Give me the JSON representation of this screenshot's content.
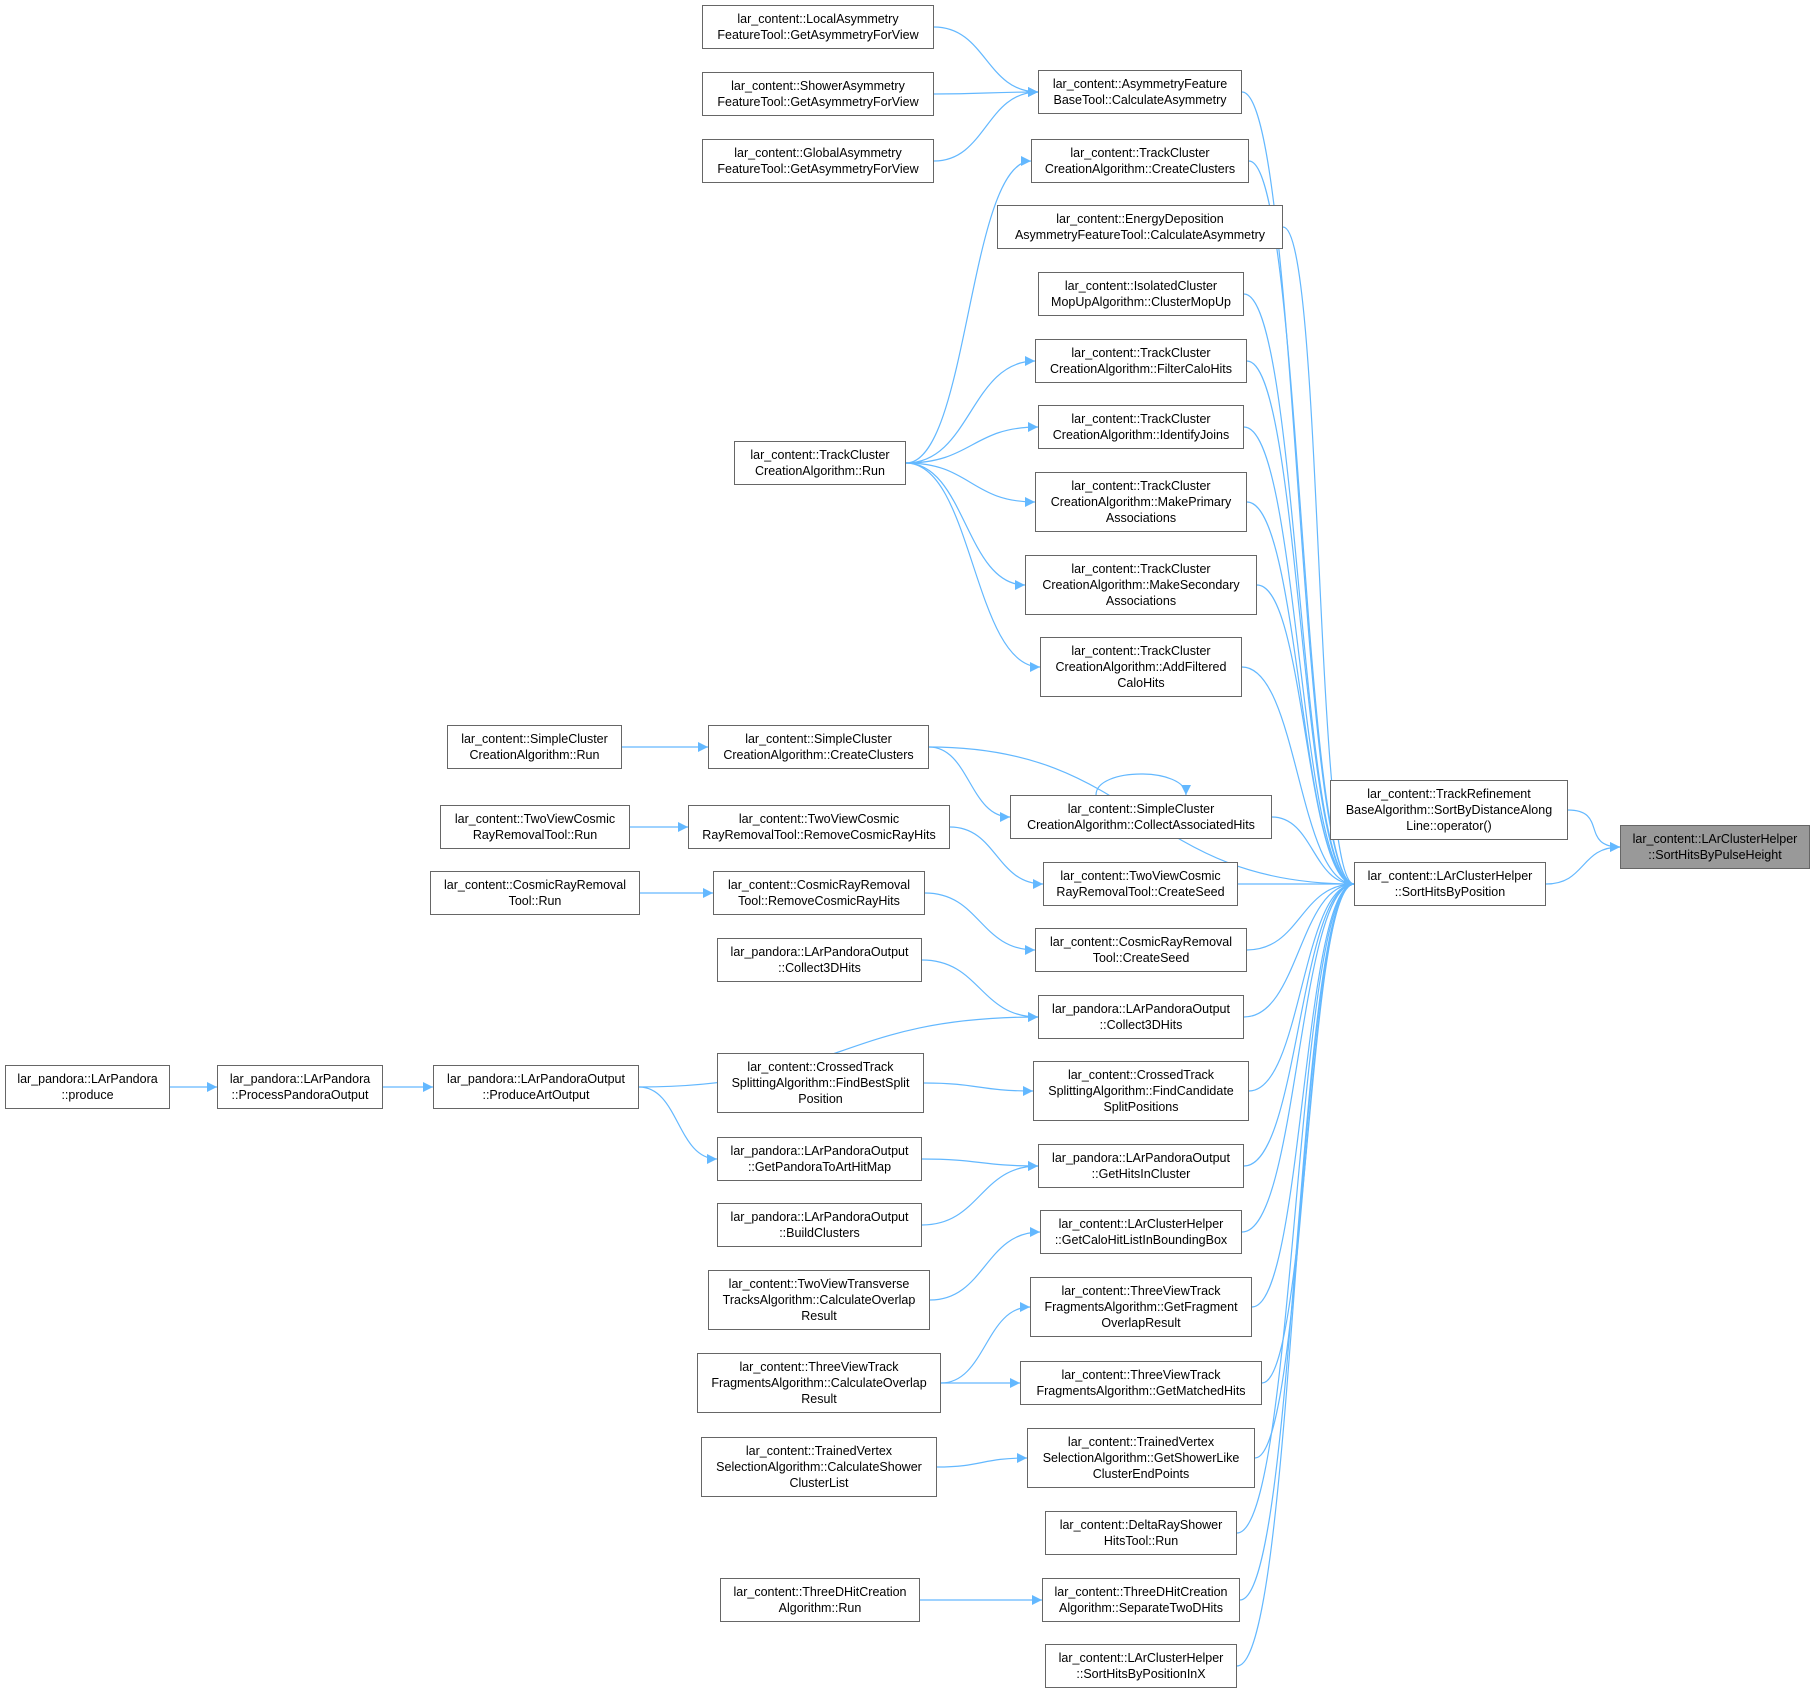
{
  "colors": {
    "edge": "#63b8ff",
    "node_border": "#666666",
    "highlight_fill": "#999999",
    "text": "#000000"
  },
  "nodes": [
    {
      "id": "sortByPulseHeight",
      "label": "lar_content::LArClusterHelper\n::SortHitsByPulseHeight",
      "highlight": true
    },
    {
      "id": "sortByPosition",
      "label": "lar_content::LArClusterHelper\n::SortHitsByPosition"
    },
    {
      "id": "trackRefinementOp",
      "label": "lar_content::TrackRefinement\nBaseAlgorithm::SortByDistanceAlong\nLine::operator()"
    },
    {
      "id": "asymFeatureCalc",
      "label": "lar_content::AsymmetryFeature\nBaseTool::CalculateAsymmetry"
    },
    {
      "id": "localAsym",
      "label": "lar_content::LocalAsymmetry\nFeatureTool::GetAsymmetryForView"
    },
    {
      "id": "showerAsym",
      "label": "lar_content::ShowerAsymmetry\nFeatureTool::GetAsymmetryForView"
    },
    {
      "id": "globalAsym",
      "label": "lar_content::GlobalAsymmetry\nFeatureTool::GetAsymmetryForView"
    },
    {
      "id": "tcCreateClusters",
      "label": "lar_content::TrackCluster\nCreationAlgorithm::CreateClusters"
    },
    {
      "id": "energyDepAsym",
      "label": "lar_content::EnergyDeposition\nAsymmetryFeatureTool::CalculateAsymmetry"
    },
    {
      "id": "isolatedMopUp",
      "label": "lar_content::IsolatedCluster\nMopUpAlgorithm::ClusterMopUp"
    },
    {
      "id": "tcFilterCaloHits",
      "label": "lar_content::TrackCluster\nCreationAlgorithm::FilterCaloHits"
    },
    {
      "id": "tcIdentifyJoins",
      "label": "lar_content::TrackCluster\nCreationAlgorithm::IdentifyJoins"
    },
    {
      "id": "tcMakePrimary",
      "label": "lar_content::TrackCluster\nCreationAlgorithm::MakePrimary\nAssociations"
    },
    {
      "id": "tcMakeSecondary",
      "label": "lar_content::TrackCluster\nCreationAlgorithm::MakeSecondary\nAssociations"
    },
    {
      "id": "tcAddFiltered",
      "label": "lar_content::TrackCluster\nCreationAlgorithm::AddFiltered\nCaloHits"
    },
    {
      "id": "tcRun",
      "label": "lar_content::TrackCluster\nCreationAlgorithm::Run"
    },
    {
      "id": "scCreateClusters",
      "label": "lar_content::SimpleCluster\nCreationAlgorithm::CreateClusters"
    },
    {
      "id": "scRun",
      "label": "lar_content::SimpleCluster\nCreationAlgorithm::Run"
    },
    {
      "id": "scCollect",
      "label": "lar_content::SimpleCluster\nCreationAlgorithm::CollectAssociatedHits"
    },
    {
      "id": "tvRemoveCosmic",
      "label": "lar_content::TwoViewCosmic\nRayRemovalTool::RemoveCosmicRayHits"
    },
    {
      "id": "tvRun",
      "label": "lar_content::TwoViewCosmic\nRayRemovalTool::Run"
    },
    {
      "id": "tvCreateSeed",
      "label": "lar_content::TwoViewCosmic\nRayRemovalTool::CreateSeed"
    },
    {
      "id": "crRemoveCosmic",
      "label": "lar_content::CosmicRayRemoval\nTool::RemoveCosmicRayHits"
    },
    {
      "id": "crRun",
      "label": "lar_content::CosmicRayRemoval\nTool::Run"
    },
    {
      "id": "crCreateSeed",
      "label": "lar_content::CosmicRayRemoval\nTool::CreateSeed"
    },
    {
      "id": "lpCollect3DLeft",
      "label": "lar_pandora::LArPandoraOutput\n::Collect3DHits"
    },
    {
      "id": "lpCollect3D",
      "label": "lar_pandora::LArPandoraOutput\n::Collect3DHits"
    },
    {
      "id": "lpProduce",
      "label": "lar_pandora::LArPandora\n::produce"
    },
    {
      "id": "lpProcessOutput",
      "label": "lar_pandora::LArPandora\n::ProcessPandoraOutput"
    },
    {
      "id": "lpProduceArt",
      "label": "lar_pandora::LArPandoraOutput\n::ProduceArtOutput"
    },
    {
      "id": "ctFindBestSplit",
      "label": "lar_content::CrossedTrack\nSplittingAlgorithm::FindBestSplit\nPosition"
    },
    {
      "id": "ctFindCandidate",
      "label": "lar_content::CrossedTrack\nSplittingAlgorithm::FindCandidate\nSplitPositions"
    },
    {
      "id": "lpGetPandoraToArt",
      "label": "lar_pandora::LArPandoraOutput\n::GetPandoraToArtHitMap"
    },
    {
      "id": "lpGetHitsInCluster",
      "label": "lar_pandora::LArPandoraOutput\n::GetHitsInCluster"
    },
    {
      "id": "lpBuildClusters",
      "label": "lar_pandora::LArPandoraOutput\n::BuildClusters"
    },
    {
      "id": "lchGetCaloBBox",
      "label": "lar_content::LArClusterHelper\n::GetCaloHitListInBoundingBox"
    },
    {
      "id": "tvTransverseCalc",
      "label": "lar_content::TwoViewTransverse\nTracksAlgorithm::CalculateOverlap\nResult"
    },
    {
      "id": "tvtfGetFragment",
      "label": "lar_content::ThreeViewTrack\nFragmentsAlgorithm::GetFragment\nOverlapResult"
    },
    {
      "id": "tvtfCalcOverlap",
      "label": "lar_content::ThreeViewTrack\nFragmentsAlgorithm::CalculateOverlap\nResult"
    },
    {
      "id": "tvtfGetMatched",
      "label": "lar_content::ThreeViewTrack\nFragmentsAlgorithm::GetMatchedHits"
    },
    {
      "id": "tvsCalcShower",
      "label": "lar_content::TrainedVertex\nSelectionAlgorithm::CalculateShower\nClusterList"
    },
    {
      "id": "tvsGetShowerLike",
      "label": "lar_content::TrainedVertex\nSelectionAlgorithm::GetShowerLike\nClusterEndPoints"
    },
    {
      "id": "deltaRayRun",
      "label": "lar_content::DeltaRayShower\nHitsTool::Run"
    },
    {
      "id": "threeDHitRun",
      "label": "lar_content::ThreeDHitCreation\nAlgorithm::Run"
    },
    {
      "id": "threeDHitSeparate",
      "label": "lar_content::ThreeDHitCreation\nAlgorithm::SeparateTwoDHits"
    },
    {
      "id": "sortByPosInX",
      "label": "lar_content::LArClusterHelper\n::SortHitsByPositionInX"
    }
  ],
  "edges": [
    [
      "sortByPosition",
      "sortByPulseHeight"
    ],
    [
      "trackRefinementOp",
      "sortByPulseHeight"
    ],
    [
      "asymFeatureCalc",
      "sortByPosition"
    ],
    [
      "tcCreateClusters",
      "sortByPosition"
    ],
    [
      "energyDepAsym",
      "sortByPosition"
    ],
    [
      "isolatedMopUp",
      "sortByPosition"
    ],
    [
      "tcFilterCaloHits",
      "sortByPosition"
    ],
    [
      "tcIdentifyJoins",
      "sortByPosition"
    ],
    [
      "tcMakePrimary",
      "sortByPosition"
    ],
    [
      "tcMakeSecondary",
      "sortByPosition"
    ],
    [
      "tcAddFiltered",
      "sortByPosition"
    ],
    [
      "scCreateClusters",
      "sortByPosition"
    ],
    [
      "scCollect",
      "sortByPosition"
    ],
    [
      "tvCreateSeed",
      "sortByPosition"
    ],
    [
      "crCreateSeed",
      "sortByPosition"
    ],
    [
      "lpCollect3D",
      "sortByPosition"
    ],
    [
      "ctFindCandidate",
      "sortByPosition"
    ],
    [
      "lpGetHitsInCluster",
      "sortByPosition"
    ],
    [
      "lchGetCaloBBox",
      "sortByPosition"
    ],
    [
      "tvtfGetFragment",
      "sortByPosition"
    ],
    [
      "tvtfGetMatched",
      "sortByPosition"
    ],
    [
      "tvsGetShowerLike",
      "sortByPosition"
    ],
    [
      "deltaRayRun",
      "sortByPosition"
    ],
    [
      "threeDHitSeparate",
      "sortByPosition"
    ],
    [
      "sortByPosInX",
      "sortByPosition"
    ],
    [
      "localAsym",
      "asymFeatureCalc"
    ],
    [
      "showerAsym",
      "asymFeatureCalc"
    ],
    [
      "globalAsym",
      "asymFeatureCalc"
    ],
    [
      "tcRun",
      "tcCreateClusters"
    ],
    [
      "tcRun",
      "tcFilterCaloHits"
    ],
    [
      "tcRun",
      "tcIdentifyJoins"
    ],
    [
      "tcRun",
      "tcMakePrimary"
    ],
    [
      "tcRun",
      "tcMakeSecondary"
    ],
    [
      "tcRun",
      "tcAddFiltered"
    ],
    [
      "scRun",
      "scCreateClusters"
    ],
    [
      "scCreateClusters",
      "scCollect"
    ],
    [
      "scCollect",
      "scCollect"
    ],
    [
      "tvRun",
      "tvRemoveCosmic"
    ],
    [
      "tvRemoveCosmic",
      "tvCreateSeed"
    ],
    [
      "crRun",
      "crRemoveCosmic"
    ],
    [
      "crRemoveCosmic",
      "crCreateSeed"
    ],
    [
      "lpCollect3DLeft",
      "lpCollect3D"
    ],
    [
      "lpProduceArt",
      "lpCollect3D"
    ],
    [
      "lpProduce",
      "lpProcessOutput"
    ],
    [
      "lpProcessOutput",
      "lpProduceArt"
    ],
    [
      "lpProduceArt",
      "lpGetPandoraToArt"
    ],
    [
      "ctFindBestSplit",
      "ctFindCandidate"
    ],
    [
      "lpGetPandoraToArt",
      "lpGetHitsInCluster"
    ],
    [
      "lpBuildClusters",
      "lpGetHitsInCluster"
    ],
    [
      "tvTransverseCalc",
      "lchGetCaloBBox"
    ],
    [
      "tvtfCalcOverlap",
      "tvtfGetFragment"
    ],
    [
      "tvtfCalcOverlap",
      "tvtfGetMatched"
    ],
    [
      "tvsCalcShower",
      "tvsGetShowerLike"
    ],
    [
      "threeDHitRun",
      "threeDHitSeparate"
    ]
  ]
}
